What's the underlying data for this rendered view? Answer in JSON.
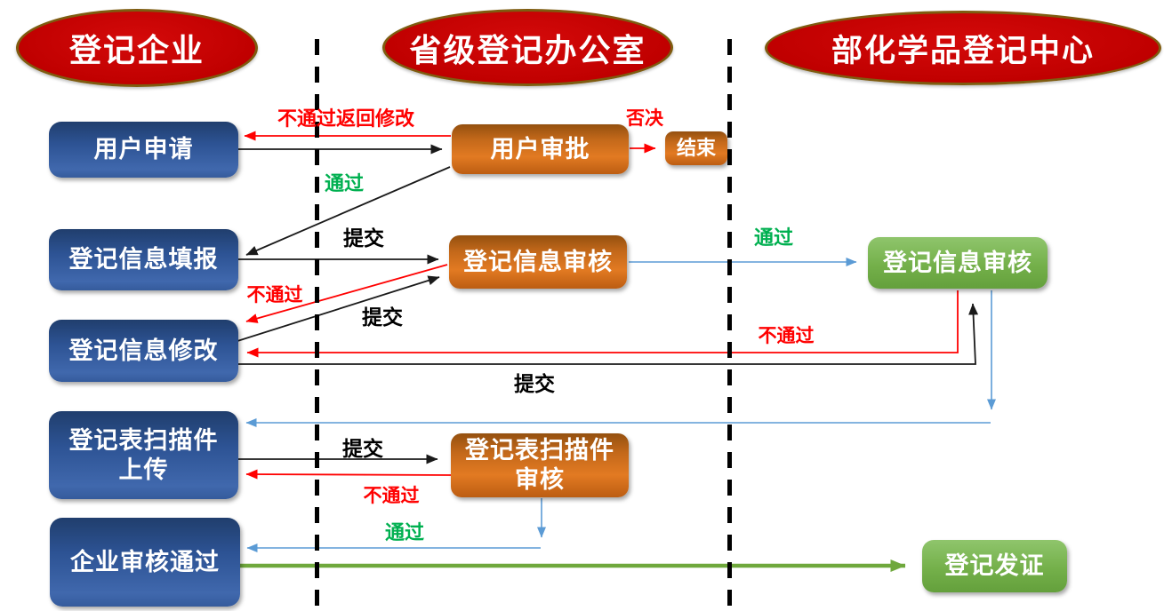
{
  "lanes": {
    "enterprise": "登记企业",
    "province": "省级登记办公室",
    "ministry": "部化学品登记中心"
  },
  "nodes": {
    "user_apply": "用户申请",
    "info_fill": "登记信息填报",
    "info_modify": "登记信息修改",
    "scan_upload": "登记表扫描件\n上传",
    "enterprise_passed": "企业审核通过",
    "user_approve": "用户审批",
    "end": "结束",
    "info_review_prov": "登记信息审核",
    "scan_review": "登记表扫描件\n审核",
    "info_review_ministry": "登记信息审核",
    "issue_cert": "登记发证"
  },
  "edge_labels": {
    "reject_return": "不通过返回修改",
    "veto": "否决",
    "pass_user": "通过",
    "submit_fill": "提交",
    "fail_fill": "不通过",
    "submit_modify": "提交",
    "pass_prov": "通过",
    "fail_ministry": "不通过",
    "submit_ministry": "提交",
    "submit_scan": "提交",
    "fail_scan": "不通过",
    "pass_scan": "通过"
  },
  "colors": {
    "lane_ellipse": "#C00000",
    "blue_node": "#3A66A8",
    "orange_node": "#D96F1E",
    "green_node": "#70AD47",
    "pass_text": "#00B050",
    "fail_text": "#FF0000",
    "connector_black": "#1A1A1A",
    "connector_blue": "#5B9BD5",
    "connector_green": "#70AD47"
  }
}
